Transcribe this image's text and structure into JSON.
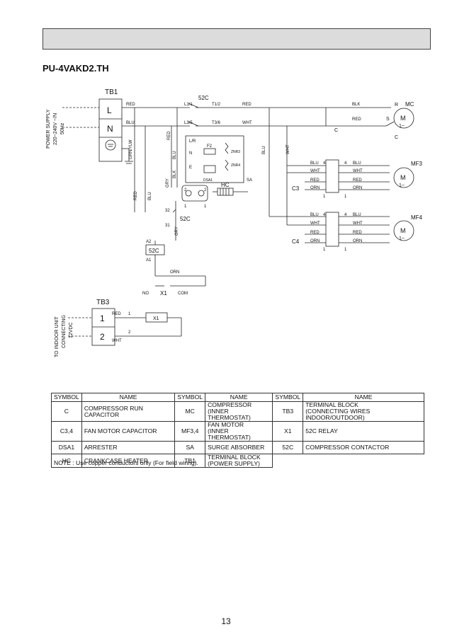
{
  "model": "PU-4VAKD2.TH",
  "page_number": "13",
  "labels": {
    "tb1": "TB1",
    "tb3": "TB3",
    "power_supply": [
      "POWER SUPPLY",
      "220~240V ~/N",
      "50Hz"
    ],
    "indoor_unit": [
      "TO INDOOR UNIT",
      "CONNECTING",
      "12VDC"
    ],
    "terminal_L": "L",
    "terminal_N": "N",
    "terminal_1": "1",
    "terminal_2": "2",
    "c52": "52C",
    "l1_1": "L1/1",
    "t1_2": "T1/2",
    "l3_5": "L3/5",
    "t3_6": "T3/6",
    "red": "RED",
    "blu": "BLU",
    "wht": "WHT",
    "blk": "BLK",
    "gry": "GRY",
    "orn": "ORN",
    "grn_ylw": "GRN/YLW",
    "mc": "MC",
    "mf3": "MF3",
    "mf4": "MF4",
    "motor": "M",
    "motor_phase": "1~",
    "c": "C",
    "r": "R",
    "s": "S",
    "c3": "C3",
    "c4": "C4",
    "lr": "L/R",
    "n_small": "N",
    "e_small": "E",
    "f2": "F2",
    "znr3": "ZNR3",
    "znr4": "ZNR4",
    "dsa1": "DSA1",
    "sa": "SA",
    "hc": "HC",
    "x1": "X1",
    "no": "NO",
    "com": "COM",
    "a1": "A1",
    "a2": "A2",
    "n32": "32",
    "n31": "31",
    "n1": "1",
    "n2": "2",
    "n4": "4"
  },
  "legend": {
    "headers": [
      "SYMBOL",
      "NAME",
      "SYMBOL",
      "NAME",
      "SYMBOL",
      "NAME"
    ],
    "rows": [
      [
        "C",
        "COMPRESSOR RUN CAPACITOR",
        "MC",
        "COMPRESSOR\n(INNER THERMOSTAT)",
        "TB3",
        "TERMINAL BLOCK\n(CONNECTING WIRES INDOOR/OUTDOOR)"
      ],
      [
        "C3,4",
        "FAN MOTOR CAPACITOR",
        "MF3,4",
        "FAN MOTOR\n(INNER THERMOSTAT)",
        "X1",
        "52C RELAY"
      ],
      [
        "DSA1",
        "ARRESTER",
        "SA",
        "SURGE ABSORBER",
        "52C",
        "COMPRESSOR CONTACTOR"
      ],
      [
        "HC",
        "CRANKCASE HEATER",
        "TB1",
        "TERMINAL BLOCK\n(POWER SUPPLY)",
        "",
        ""
      ]
    ]
  },
  "note": "NOTE : Use copper conductors only (For field wiring)."
}
